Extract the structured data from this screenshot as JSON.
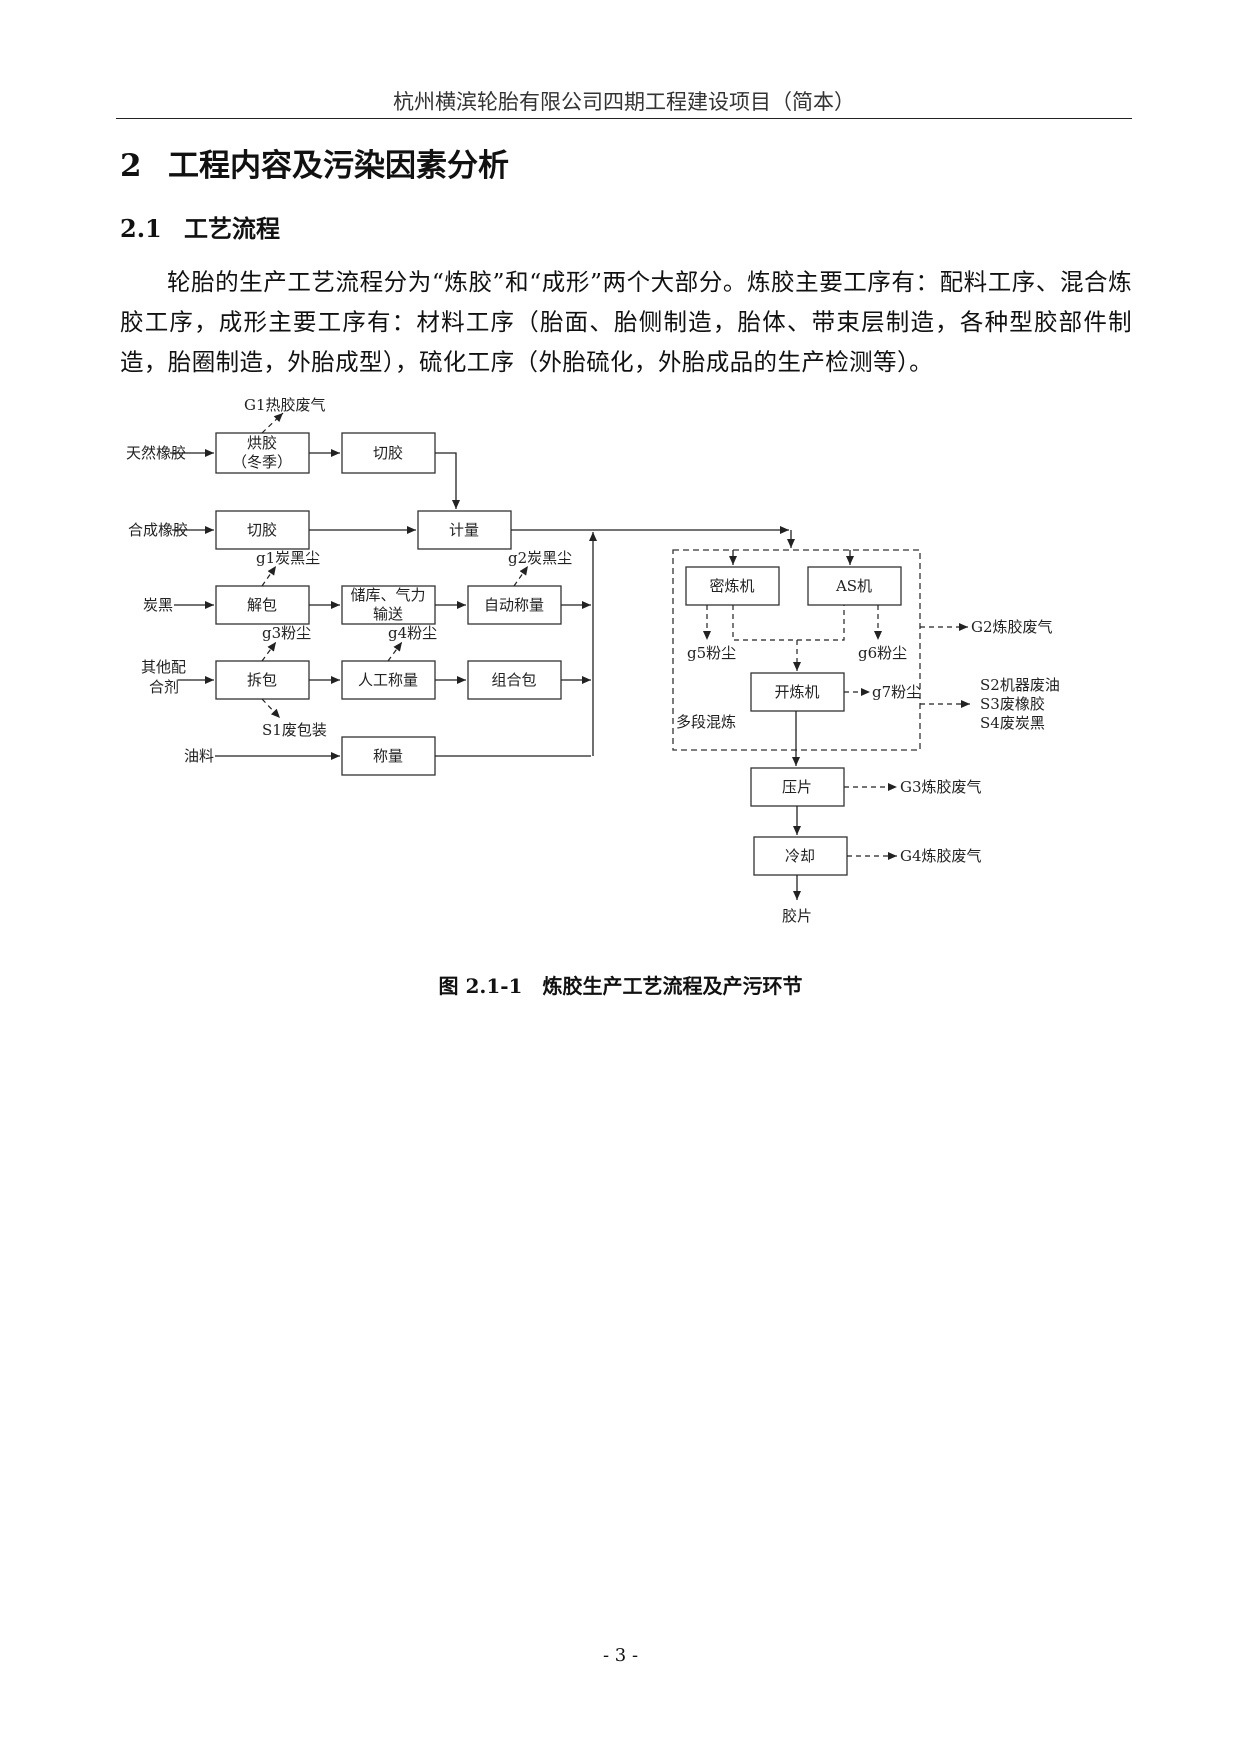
{
  "header": "杭州横滨轮胎有限公司四期工程建设项目（简本）",
  "section": {
    "number": "2",
    "title": "工程内容及污染因素分析"
  },
  "subsection": {
    "number": "2.1",
    "title": "工艺流程"
  },
  "paragraph": "轮胎的生产工艺流程分为“炼胶”和“成形”两个大部分。炼胶主要工序有：配料工序、混合炼胶工序，成形主要工序有：材料工序（胎面、胎侧制造，胎体、带束层制造，各种型胶部件制造，胎圈制造，外胎成型），硫化工序（外胎硫化，外胎成品的生产检测等）。",
  "figure": {
    "inputs": {
      "natural_rubber": "天然橡胶",
      "synthetic_rubber": "合成橡胶",
      "carbon_black": "炭黑",
      "other_agents_line1": "其他配",
      "other_agents_line2": "合剂",
      "oil": "油料"
    },
    "boxes": {
      "bake_line1": "烘胶",
      "bake_line2": "（冬季）",
      "cut1": "切胶",
      "cut2": "切胶",
      "metering": "计量",
      "unpack": "解包",
      "storage_line1": "储库、气力",
      "storage_line2": "输送",
      "auto_weigh": "自动称量",
      "tear_pack": "拆包",
      "manual_weigh": "人工称量",
      "combine_pack": "组合包",
      "weigh": "称量",
      "banbury": "密炼机",
      "as_mixer": "AS机",
      "open_mill": "开炼机",
      "multi_stage": "多段混炼",
      "sheeting": "压片",
      "cooling": "冷却",
      "output": "胶片"
    },
    "emissions": {
      "G1": "G1热胶废气",
      "g1": "g1炭黑尘",
      "g2": "g2炭黑尘",
      "g3": "g3粉尘",
      "g4": "g4粉尘",
      "S1": "S1废包装",
      "G2": "G2炼胶废气",
      "g5": "g5粉尘",
      "g6": "g6粉尘",
      "g7": "g7粉尘",
      "S2": "S2机器废油",
      "S3": "S3废橡胶",
      "S4": "S4废炭黑",
      "G3": "G3炼胶废气",
      "G4": "G4炼胶废气"
    },
    "caption_number": "图 2.1-1",
    "caption_title": "炼胶生产工艺流程及产污环节"
  },
  "page_number": "- 3 -"
}
